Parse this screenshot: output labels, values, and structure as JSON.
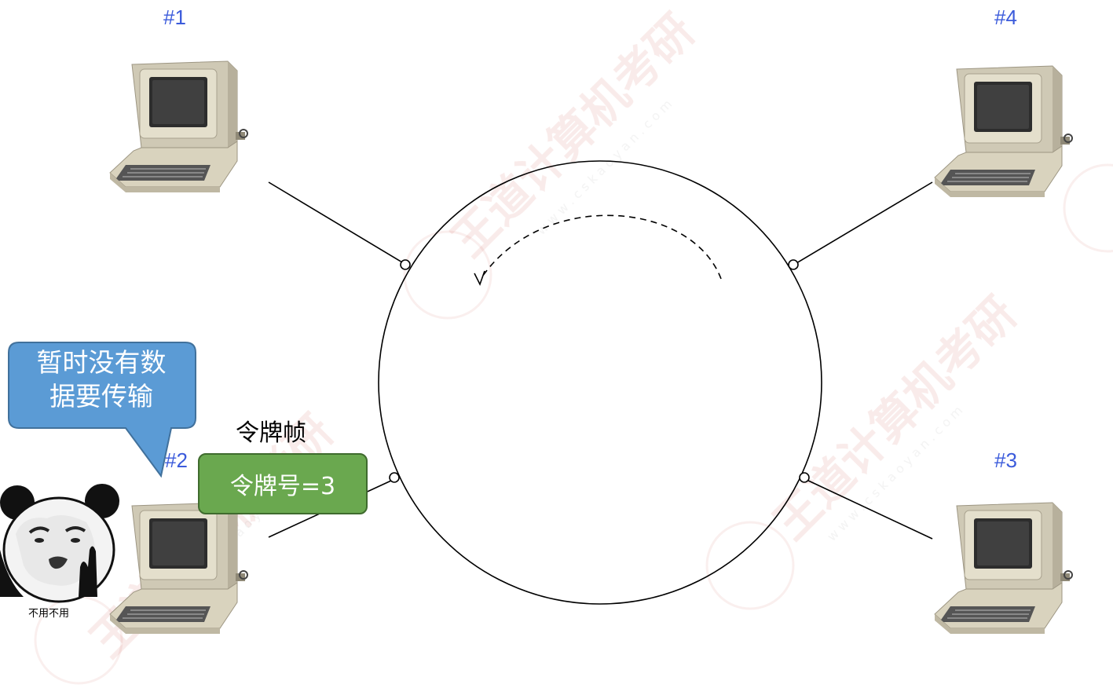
{
  "nodes": [
    {
      "id": "node1",
      "label": "#1"
    },
    {
      "id": "node2",
      "label": "#2"
    },
    {
      "id": "node3",
      "label": "#3"
    },
    {
      "id": "node4",
      "label": "#4"
    }
  ],
  "token": {
    "title": "令牌帧",
    "content": "令牌号=3"
  },
  "speech_bubble": {
    "line1": "暂时没有数",
    "line2": "据要传输"
  },
  "meme_caption": "不用不用",
  "watermark": {
    "text": "王道计算机考研",
    "url": "w w w . c s k a o y a n . c o m"
  },
  "colors": {
    "node_label": "#3B5BDB",
    "token_fill": "#6AA84F",
    "bubble_fill": "#5B9BD5"
  }
}
